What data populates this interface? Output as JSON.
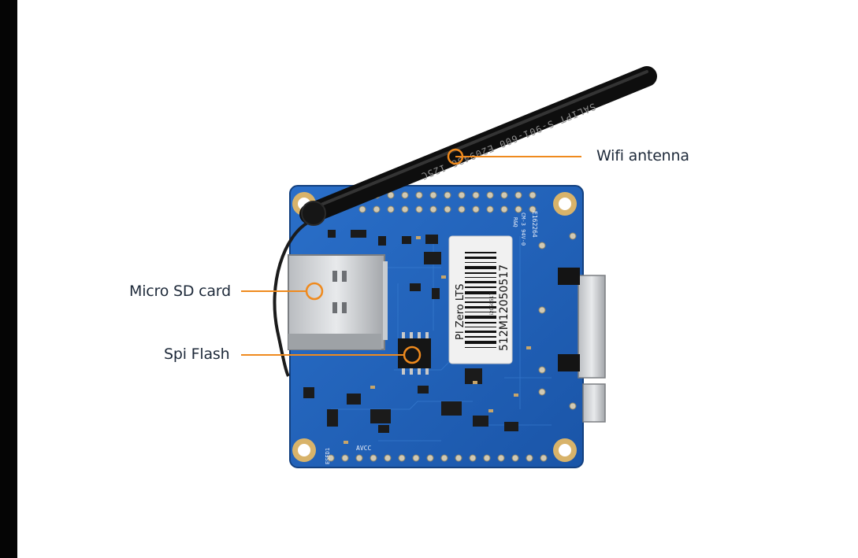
{
  "callouts": {
    "wifi_antenna": "Wifi antenna",
    "micro_sd_card": "Micro SD card",
    "spi_flash": "Spi Flash"
  },
  "board_label": {
    "model": "PI Zero LTS",
    "serial": "512M12050517",
    "small": "i2050517"
  },
  "antenna_print": "SALIPT S-901-600  E209436  125C",
  "silkscreen": {
    "top_code": "E162264",
    "code2": "CM-3 94V-0",
    "code3": "R&Q",
    "bottom_left": "AVCC",
    "side_left": "ESED1"
  },
  "colors": {
    "pcb": "#1f5fb8",
    "pcb_dark": "#174a93",
    "callout_line": "#ef8a1e",
    "label_text": "#1e2a3a",
    "gold": "#d8b36a"
  }
}
